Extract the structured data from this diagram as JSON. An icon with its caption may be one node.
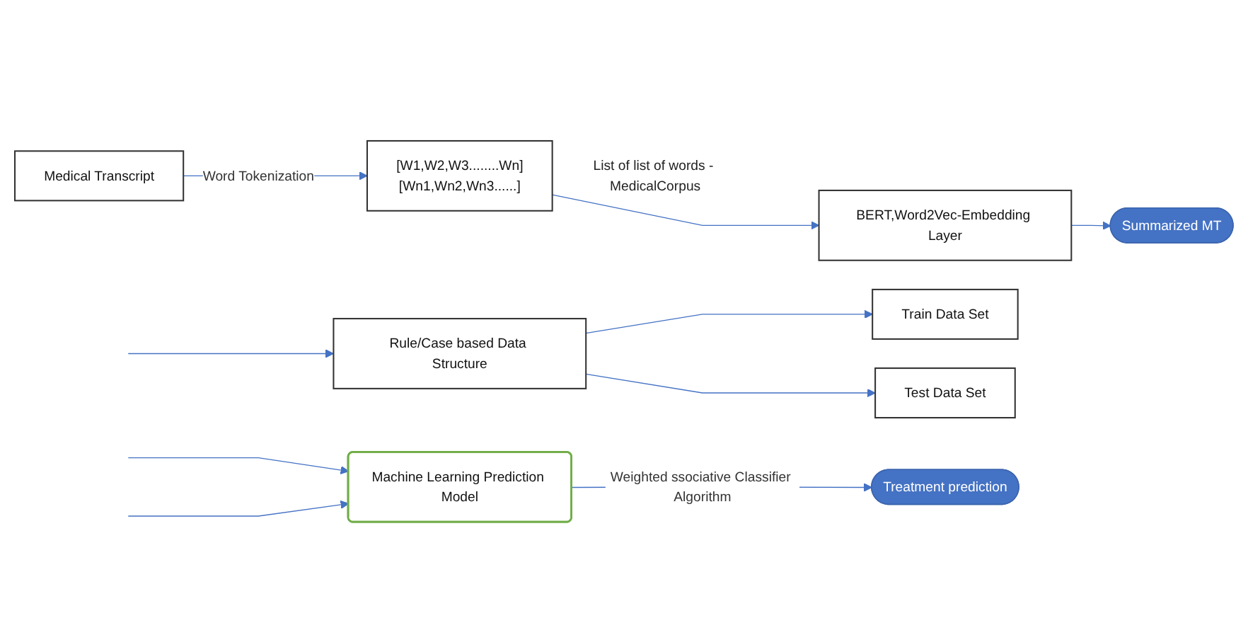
{
  "diagram": {
    "nodes": [
      {
        "text": [
          "Medical Transcript"
        ]
      },
      {
        "text": [
          "[W1,W2,W3........Wn]",
          "[Wn1,Wn2,Wn3......]"
        ],
        "beside": [
          "List of list of words - MedicalCorpus"
        ]
      },
      {
        "text": [
          "BERT,Word2Vec-Embedding Layer"
        ]
      },
      {
        "text": [
          "Summarized MT"
        ]
      },
      {
        "text": [
          "Rule/Case based Data Structure"
        ]
      },
      {
        "text": [
          "Train Data Set"
        ]
      },
      {
        "text": [
          "Test Data Set"
        ]
      },
      {
        "text": [
          "Machine Learning Prediction Model"
        ]
      },
      {
        "text": [
          "Treatment prediction"
        ]
      }
    ],
    "edges": [
      {
        "from": 0,
        "to": 1,
        "arrow": "to",
        "label": "Word Tokenization"
      },
      {
        "from": 1,
        "to": 2,
        "arrow": "to"
      },
      {
        "from": 2,
        "to": 3,
        "arrow": "to"
      },
      {
        "from": null,
        "to": 4,
        "arrow": "to"
      },
      {
        "from": 4,
        "to": 5,
        "arrow": "to"
      },
      {
        "from": 4,
        "to": 6,
        "arrow": "to"
      },
      {
        "from": null,
        "to": 7,
        "arrow": "to"
      },
      {
        "from": null,
        "to": 7,
        "arrow": "to"
      },
      {
        "from": 7,
        "to": 8,
        "arrow": "to",
        "label": "Weighted ssociative Classifier Algorithm"
      }
    ]
  }
}
